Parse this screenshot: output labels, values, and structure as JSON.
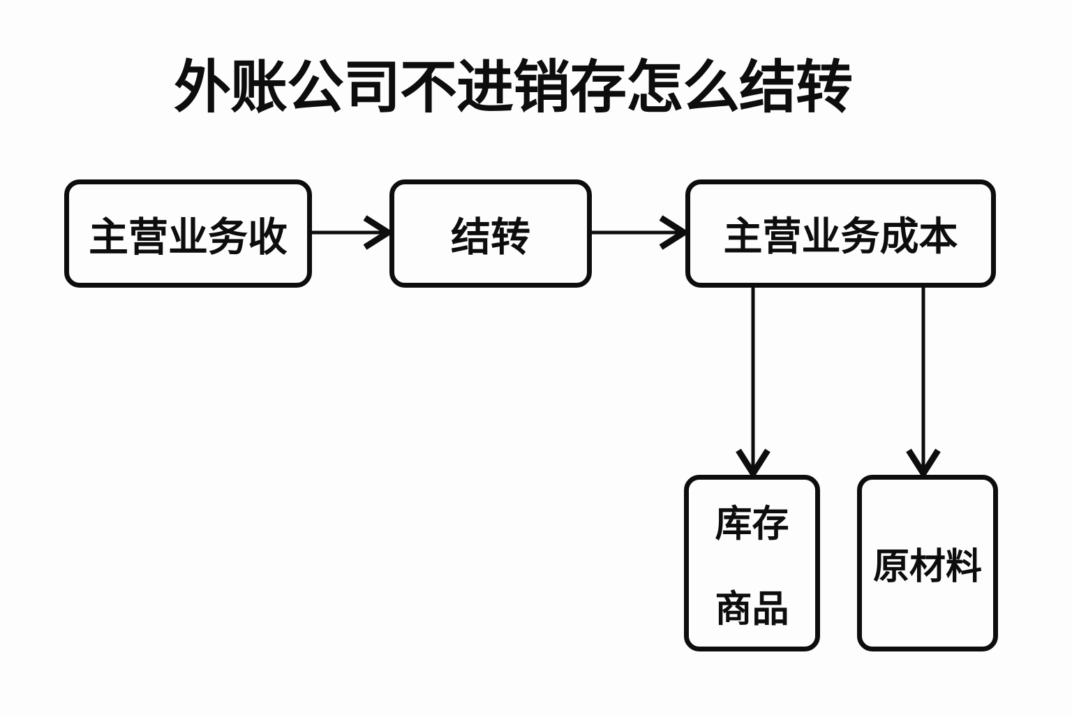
{
  "title": "外账公司不进销存怎么结转",
  "colors": {
    "background": "#fdfdfd",
    "ink": "#0d0d0d"
  },
  "diagram": {
    "type": "flowchart",
    "nodes": [
      {
        "id": "main-business-revenue",
        "label": "主营业务收"
      },
      {
        "id": "carry-forward",
        "label": "结转"
      },
      {
        "id": "main-business-cost",
        "label": "主营业务成本"
      },
      {
        "id": "inventory-goods",
        "label": "库存商品",
        "lines": [
          "库存",
          "商品"
        ]
      },
      {
        "id": "raw-materials",
        "label": "原材料"
      }
    ],
    "edges": [
      {
        "from": "main-business-revenue",
        "to": "carry-forward",
        "direction": "right"
      },
      {
        "from": "carry-forward",
        "to": "main-business-cost",
        "direction": "right"
      },
      {
        "from": "main-business-cost",
        "to": "inventory-goods",
        "direction": "down"
      },
      {
        "from": "main-business-cost",
        "to": "raw-materials",
        "direction": "down"
      }
    ]
  }
}
